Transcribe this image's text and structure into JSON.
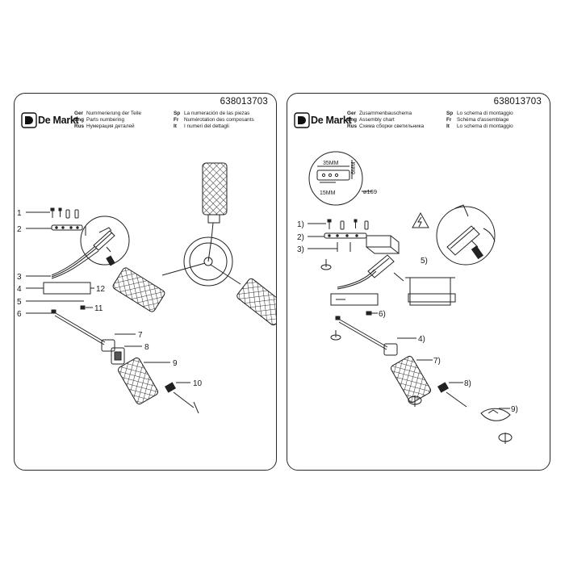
{
  "left_sheet": {
    "code": "638013703",
    "brand": "De Markt",
    "legend": [
      {
        "code_a": "Ger",
        "text_a": "Nummerierung der Teile",
        "code_b": "Sp",
        "text_b": "La numeración de las piezas"
      },
      {
        "code_a": "Eng",
        "text_a": "Parts numbering",
        "code_b": "Fr",
        "text_b": "Numérotation des composants"
      },
      {
        "code_a": "Rus",
        "text_a": "Нумерация деталей",
        "code_b": "It",
        "text_b": "I numeri del dettagli"
      }
    ],
    "part_numbers": [
      "1",
      "2",
      "3",
      "4",
      "5",
      "6",
      "7",
      "8",
      "9",
      "10",
      "11",
      "12"
    ]
  },
  "right_sheet": {
    "code": "638013703",
    "brand": "De Markt",
    "legend": [
      {
        "code_a": "Ger",
        "text_a": "Zusammenbauschema",
        "code_b": "Sp",
        "text_b": "Lo schema di montaggio"
      },
      {
        "code_a": "Eng",
        "text_a": "Assembly chart",
        "code_b": "Fr",
        "text_b": "Schéma d'assemblage"
      },
      {
        "code_a": "Rus",
        "text_a": "Схема сборки светильника",
        "code_b": "It",
        "text_b": "Lo schema di montaggio"
      }
    ],
    "dimensions": {
      "width": "35MM",
      "height": "6MM",
      "offset": "15MM",
      "diameter": "⌀169"
    },
    "steps": [
      "1)",
      "2)",
      "3)",
      "4)",
      "5)",
      "6)",
      "7)",
      "8)",
      "9)"
    ]
  }
}
